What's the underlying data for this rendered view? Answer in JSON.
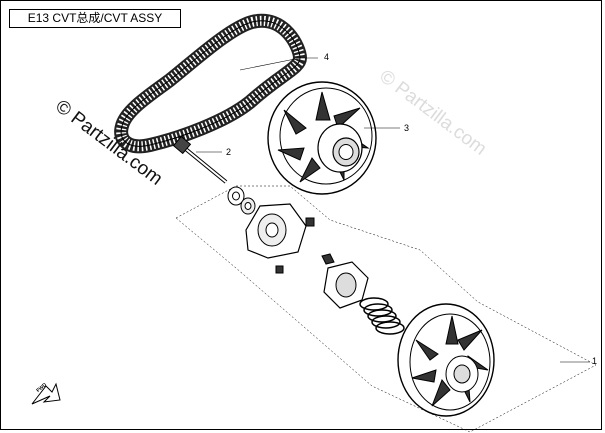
{
  "title": "E13 CVT总成/CVT ASSY",
  "watermark": "© Partzilla.com",
  "callouts": [
    "1",
    "2",
    "3",
    "4"
  ],
  "direction_label": "FWD",
  "colors": {
    "line": "#000000",
    "background": "#ffffff",
    "watermark_ghost": "#dcdcdc"
  }
}
